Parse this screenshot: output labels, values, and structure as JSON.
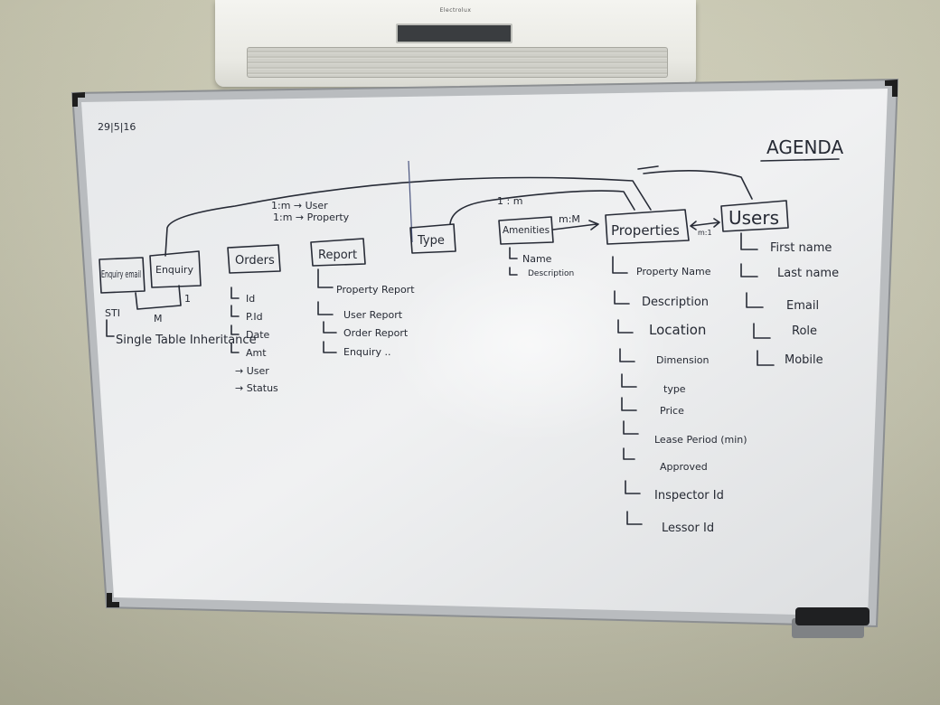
{
  "date": "29|5|16",
  "agenda": "AGENDA",
  "relations": {
    "top_label_1": "1:m → User",
    "top_label_2": "1:m → Property",
    "amenities_label": "1 : m",
    "mm_label": "m:M",
    "m1_label": "m:1"
  },
  "boxes": {
    "enquiry_email": "Enquiry email",
    "enquiry": "Enquiry",
    "orders": "Orders",
    "report": "Report",
    "type": "Type",
    "amenities": "Amenities",
    "properties": "Properties",
    "users": "Users"
  },
  "sti": {
    "label": "STI",
    "m": "M",
    "one": "1",
    "text": "Single Table Inheritance"
  },
  "orders_fields": [
    "Id",
    "P.Id",
    "Date",
    "Amt",
    "→ User",
    "→ Status"
  ],
  "report_fields": [
    "Property Report",
    "User Report",
    "Order Report",
    "Enquiry .."
  ],
  "amenities_fields": [
    "Name",
    "Description"
  ],
  "properties_fields": [
    "Property Name",
    "Description",
    "Location",
    "Dimension",
    "type",
    "Price",
    "Lease Period (min)",
    "Approved",
    "Inspector Id",
    "Lessor Id"
  ],
  "users_fields": [
    "First name",
    "Last name",
    "Email",
    "Role",
    "Mobile"
  ],
  "ac_brand": "Electrolux"
}
